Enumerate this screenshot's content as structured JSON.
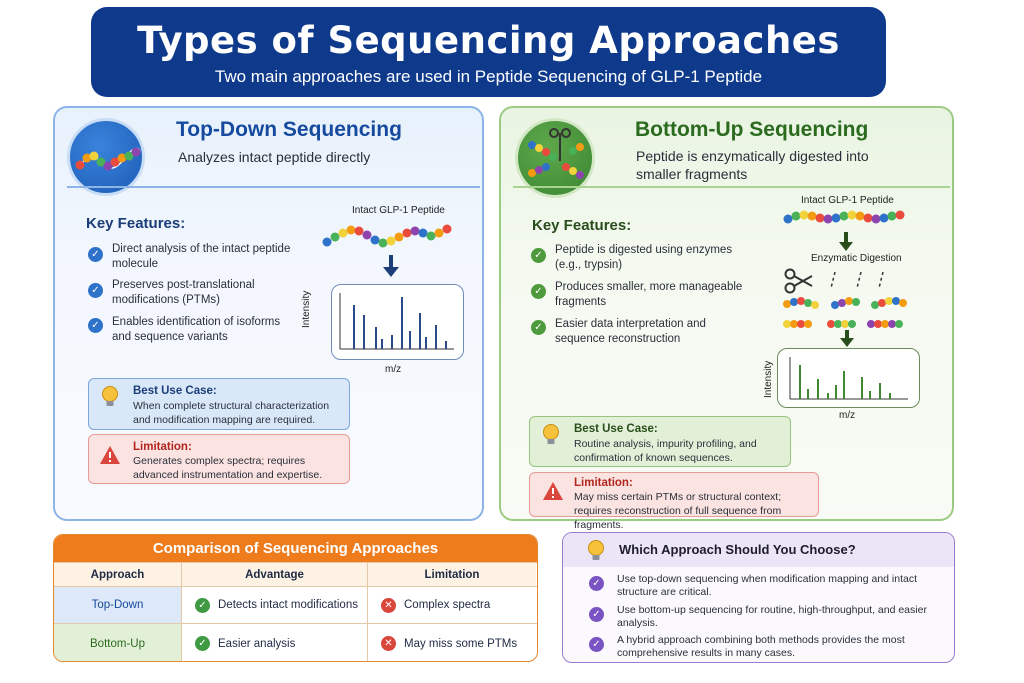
{
  "header": {
    "title": "Types of Sequencing Approaches",
    "subtitle": "Two main approaches are used in Peptide Sequencing of GLP-1 Peptide"
  },
  "top_down": {
    "title": "Top-Down Sequencing",
    "subtitle": "Analyzes intact peptide directly",
    "key_features_title": "Key Features:",
    "features": [
      "Direct analysis of the intact peptide molecule",
      "Preserves post-translational modifications (PTMs)",
      "Enables identification of isoforms and sequence variants"
    ],
    "diagram": {
      "peptide_label": "Intact GLP-1 Peptide",
      "y_axis": "Intensity",
      "x_axis": "m/z"
    },
    "best_use_title": "Best Use Case:",
    "best_use_text": "When complete structural characterization and modification mapping are required.",
    "limitation_title": "Limitation:",
    "limitation_text": "Generates complex spectra; requires advanced instrumentation and expertise."
  },
  "bottom_up": {
    "title": "Bottom-Up Sequencing",
    "subtitle": "Peptide is enzymatically digested into smaller fragments",
    "key_features_title": "Key Features:",
    "features": [
      "Peptide is digested using enzymes (e.g., trypsin)",
      "Produces smaller, more manageable fragments",
      "Easier data interpretation and sequence reconstruction"
    ],
    "diagram": {
      "peptide_label": "Intact GLP-1 Peptide",
      "digestion_label": "Enzymatic Digestion",
      "y_axis": "Intensity",
      "x_axis": "m/z"
    },
    "best_use_title": "Best Use Case:",
    "best_use_text": "Routine analysis, impurity profiling, and confirmation of known sequences.",
    "limitation_title": "Limitation:",
    "limitation_text": "May miss certain PTMs or structural context; requires reconstruction of full sequence from fragments."
  },
  "comparison": {
    "title": "Comparison of Sequencing Approaches",
    "headers": [
      "Approach",
      "Advantage",
      "Limitation"
    ],
    "rows": [
      {
        "approach": "Top-Down",
        "advantage": "Detects intact modifications",
        "limitation": "Complex spectra"
      },
      {
        "approach": "Bottom-Up",
        "advantage": "Easier analysis",
        "limitation": "May miss some PTMs"
      }
    ]
  },
  "choose": {
    "title": "Which Approach Should You Choose?",
    "items": [
      "Use top-down sequencing when modification mapping and intact structure are critical.",
      "Use bottom-up sequencing for routine, high-throughput, and easier analysis.",
      "A hybrid approach combining both methods provides the most comprehensive results in many cases."
    ]
  },
  "colors": {
    "header_bg": "#0f3a8c",
    "top_down_accent": "#154a9e",
    "bottom_up_accent": "#2b6b1f",
    "comparison_accent": "#ee7b1c",
    "choose_accent": "#7b54c4",
    "limitation_red": "#d9463b"
  },
  "icons": {
    "check": "check-circle-icon",
    "cross": "x-circle-icon",
    "bulb": "lightbulb-icon",
    "warning": "warning-triangle-icon",
    "scissors": "scissors-icon"
  }
}
